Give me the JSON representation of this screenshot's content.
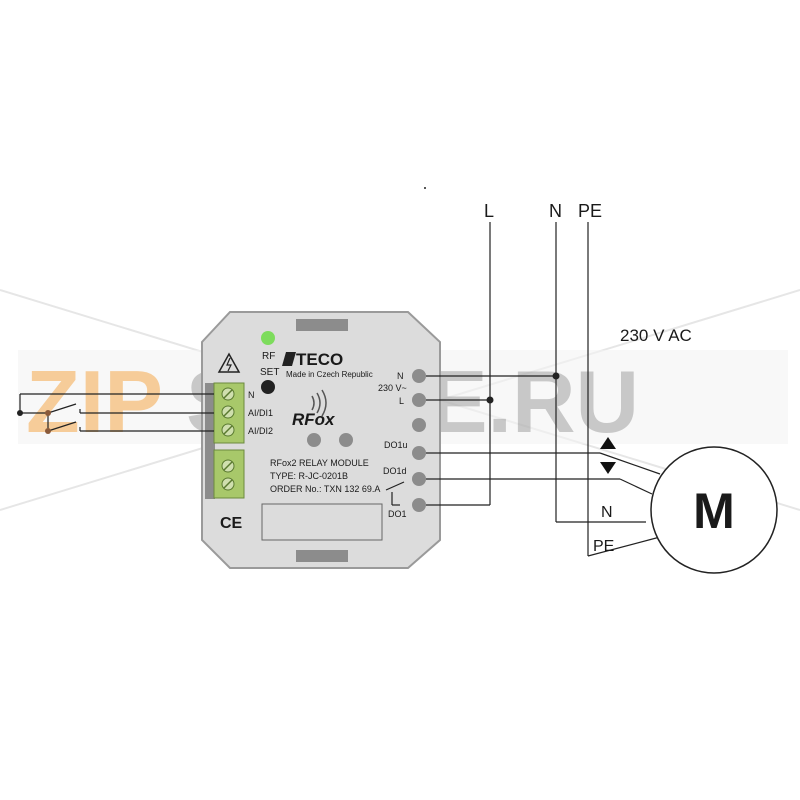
{
  "brand": {
    "logo_text": "TECO",
    "made_in": "Made in Czech Republic",
    "product_logo": "RFox"
  },
  "module": {
    "title": "RFox2 RELAY MODULE",
    "type": "TYPE: R-JC-0201B",
    "order": "ORDER No.: TXN 132 69.A",
    "ce_mark": "CE",
    "rf_led_label": "RF",
    "set_button_label": "SET"
  },
  "left_terminals": {
    "n": "N",
    "aidi1": "AI/DI1",
    "aidi2": "AI/DI2"
  },
  "right_terminals": {
    "n": "N",
    "supply": "230 V~",
    "l": "L",
    "do1u": "DO1u",
    "do1d": "DO1d",
    "do1": "DO1"
  },
  "supply_lines": {
    "l": "L",
    "n": "N",
    "pe": "PE",
    "voltage": "230 V AC"
  },
  "motor": {
    "symbol": "M",
    "n_label": "N",
    "pe_label": "PE"
  },
  "watermark": {
    "zip": "ZIP",
    "store": "STORE.RU"
  },
  "colors": {
    "housing": "#dcdcdc",
    "terminal_green": "#a8c86a",
    "led_green": "#7ddc5c",
    "watermark_orange": "#f6a94c",
    "watermark_gray": "#8f8f8f"
  }
}
